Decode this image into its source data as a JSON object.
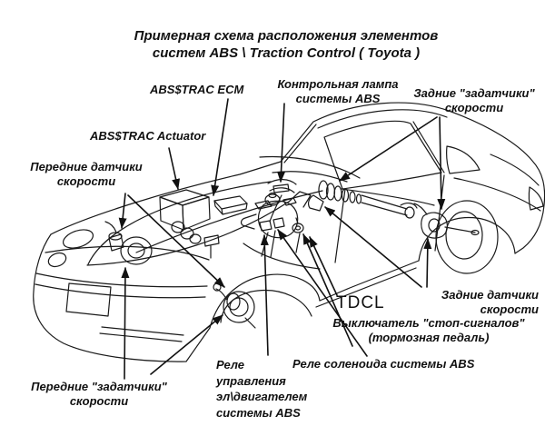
{
  "title": {
    "line1": "Примерная схема расположения элементов",
    "line2": "систем  ABS \\ Traction Control ( Toyota )"
  },
  "labels": {
    "ecm": "ABS$TRAC ECM",
    "warning_lamp": "Контрольная лампа\nсистемы ABS",
    "rear_tone_rings": "Задние \"задатчики\"\nскорости",
    "actuator": "ABS$TRAC Actuator",
    "front_speed_sensors": "Передние датчики\nскорости",
    "tdcl": "TDCL",
    "rear_speed_sensors": "Задние  датчики\nскорости",
    "brake_light_switch": "Выключатель \"стоп-сигналов\"\n(тормозная педаль)",
    "solenoid_relay": "Реле соленоида системы ABS",
    "motor_relay": "Реле\nуправления\nэл\\двигателем\nсистемы ABS",
    "front_tone_rings": "Передние \"задатчики\"\nскорости"
  },
  "colors": {
    "ink": "#1a1a1a",
    "background": "#ffffff"
  }
}
